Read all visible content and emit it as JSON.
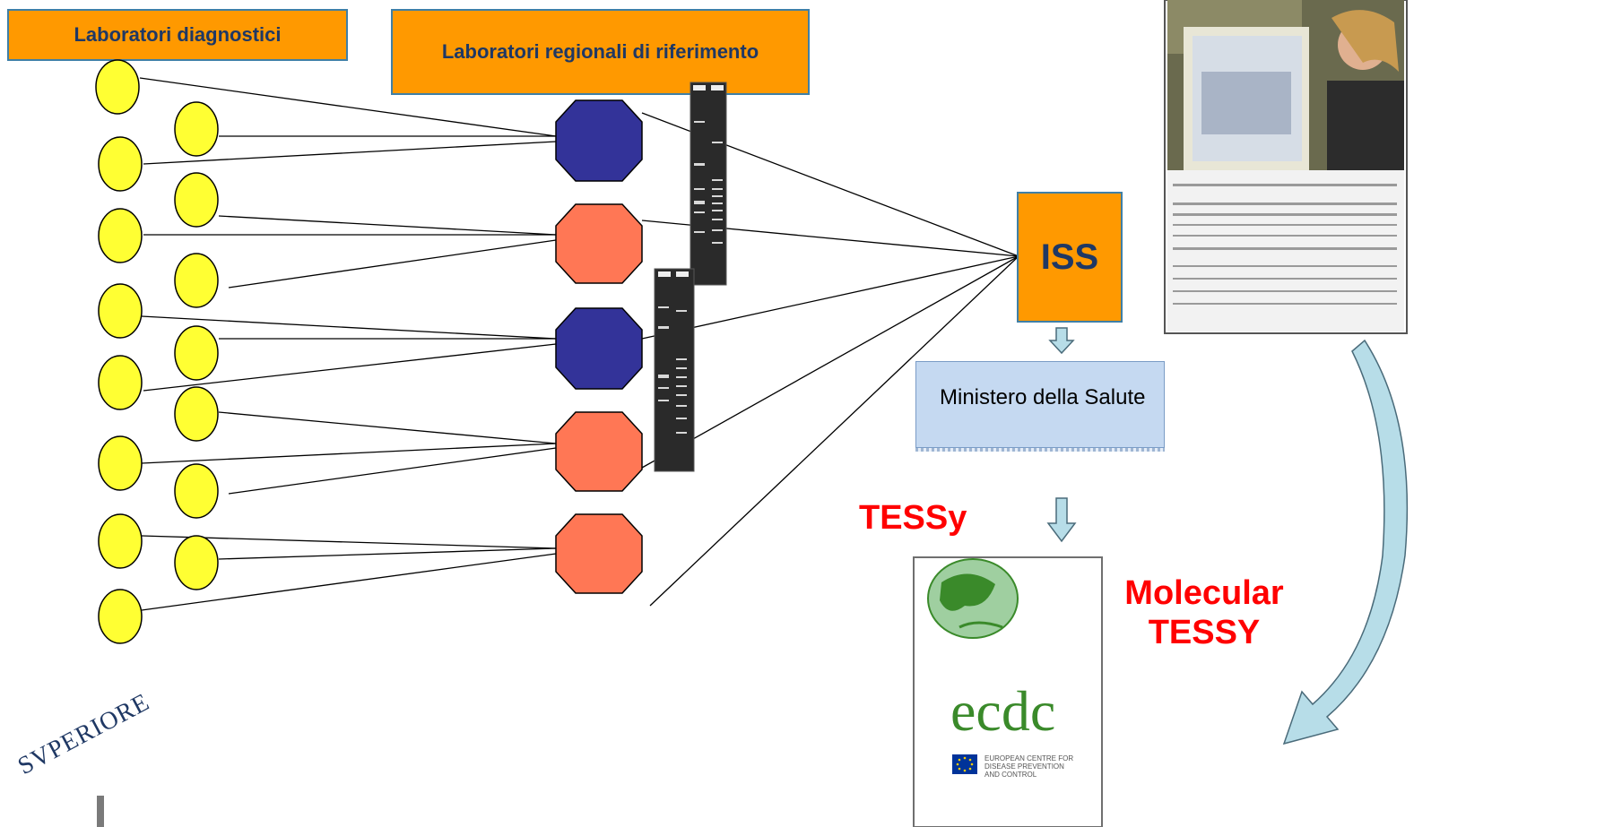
{
  "headers": {
    "diagnostic": "Laboratori diagnostici",
    "regional": "Laboratori regionali di riferimento"
  },
  "iss": "ISS",
  "ministero": "Ministero della Salute",
  "tessy": "TESSy",
  "molecular_tessy": "Molecular TESSY",
  "ecdc": {
    "wordmark": "ecdc",
    "subtitle_lines": [
      "EUROPEAN CENTRE FOR",
      "DISEASE PREVENTION",
      "AND CONTROL"
    ]
  },
  "seal_text": "SVPERIORE",
  "colors": {
    "header_fill": "#ff9900",
    "diagnostic_node": "#ffff33",
    "reference_blue": "#333399",
    "reference_salmon": "#ff7755",
    "ministero_fill": "#c5d9f1",
    "arrow_fill": "#b7dde8",
    "label_red": "#ff0000",
    "ecdc_green": "#3a8a2a"
  }
}
